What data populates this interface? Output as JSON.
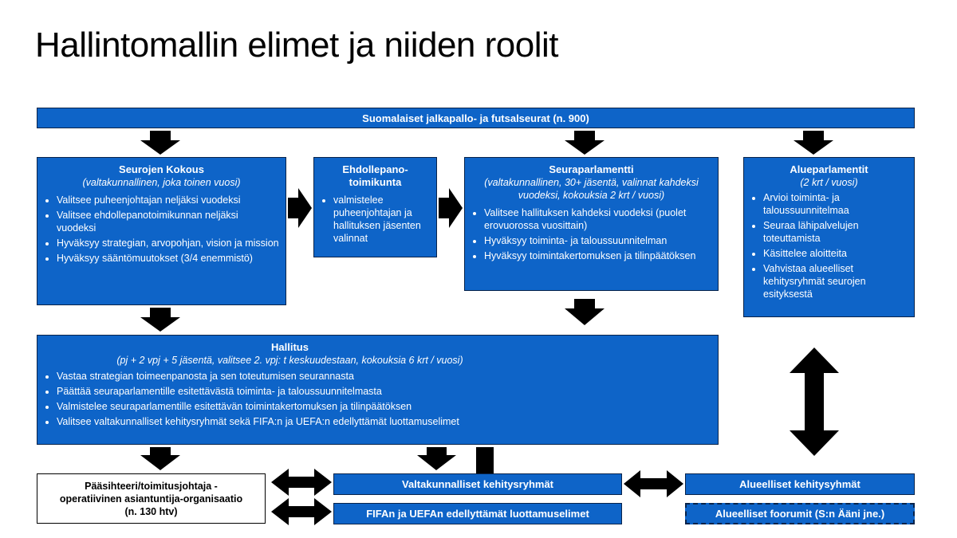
{
  "title": "Hallintomallin elimet ja niiden roolit",
  "top_bar": "Suomalaiset jalkapallo- ja futsalseurat (n. 900)",
  "seurojen_kokous": {
    "heading": "Seurojen Kokous",
    "subtitle": "(valtakunnallinen, joka toinen vuosi)",
    "items": [
      "Valitsee puheenjohtajan neljäksi vuodeksi",
      "Valitsee ehdollepanotoimikunnan neljäksi vuodeksi",
      "Hyväksyy strategian, arvopohjan, vision ja mission",
      "Hyväksyy sääntömuutokset (3/4 enemmistö)"
    ]
  },
  "ehdollepano": {
    "heading": "Ehdollepano-toimikunta",
    "items": [
      "valmistelee puheenjohtajan ja hallituksen jäsenten valinnat"
    ]
  },
  "seuraparlamentti": {
    "heading": "Seuraparlamentti",
    "subtitle": "(valtakunnallinen, 30+ jäsentä, valinnat kahdeksi vuodeksi, kokouksia 2 krt / vuosi)",
    "items": [
      "Valitsee hallituksen kahdeksi vuodeksi (puolet erovuorossa vuosittain)",
      "Hyväksyy toiminta- ja taloussuunnitelman",
      "Hyväksyy toimintakertomuksen ja tilinpäätöksen"
    ]
  },
  "alueparlamentit": {
    "heading": "Alueparlamentit",
    "subtitle": "(2 krt / vuosi)",
    "items": [
      "Arvioi toiminta- ja taloussuunnitelmaa",
      "Seuraa lähipalvelujen toteuttamista",
      "Käsittelee aloitteita",
      "Vahvistaa alueelliset kehitysryhmät seurojen esityksestä"
    ]
  },
  "hallitus": {
    "heading": "Hallitus",
    "subtitle": "(pj + 2 vpj + 5 jäsentä, valitsee 2. vpj: t keskuudestaan, kokouksia 6 krt / vuosi)",
    "items": [
      "Vastaa strategian toimeenpanosta ja sen toteutumisen seurannasta",
      "Päättää seuraparlamentille esitettävästä toiminta- ja taloussuunnitelmasta",
      "Valmistelee seuraparlamentille esitettävän toimintakertomuksen ja tilinpäätöksen",
      "Valitsee valtakunnalliset kehitysryhmät sekä FIFA:n ja UEFA:n edellyttämät luottamuselimet"
    ]
  },
  "paasihteeri": "Pääsihteeri/toimitusjohtaja - operatiivinen asiantuntija-organisaatio (n. 130 htv)",
  "valtakunnalliset": "Valtakunnalliset kehitysryhmät",
  "fifa_uefa": "FIFAn ja UEFAn edellyttämät luottamuselimet",
  "alueelliset_kehitys": "Alueelliset kehitysyhmät",
  "alueelliset_foorumit": "Alueelliset foorumit (S:n Ääni jne.)",
  "colors": {
    "box_blue": "#0e64c8",
    "border": "#08234a",
    "arrow": "#000000"
  }
}
